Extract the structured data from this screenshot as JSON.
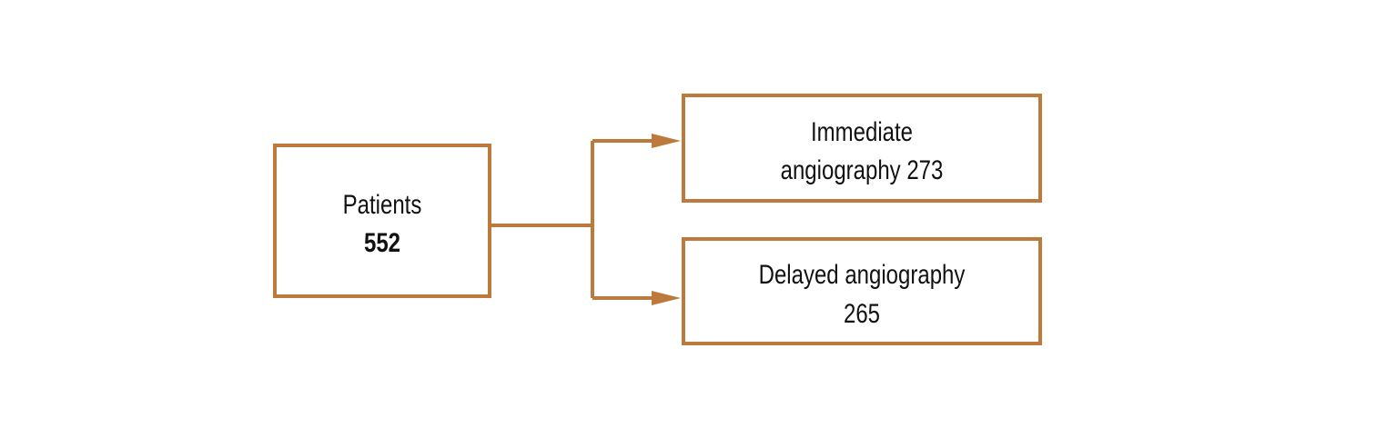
{
  "colors": {
    "stroke": "#BE7A3C",
    "text": "#111111"
  },
  "nodes": {
    "patients": {
      "title": "Patients",
      "count": "552"
    },
    "immediate": {
      "line1": "Immediate",
      "line2": "angiography 273"
    },
    "delayed": {
      "line1": "Delayed angiography",
      "line2": "265"
    }
  }
}
